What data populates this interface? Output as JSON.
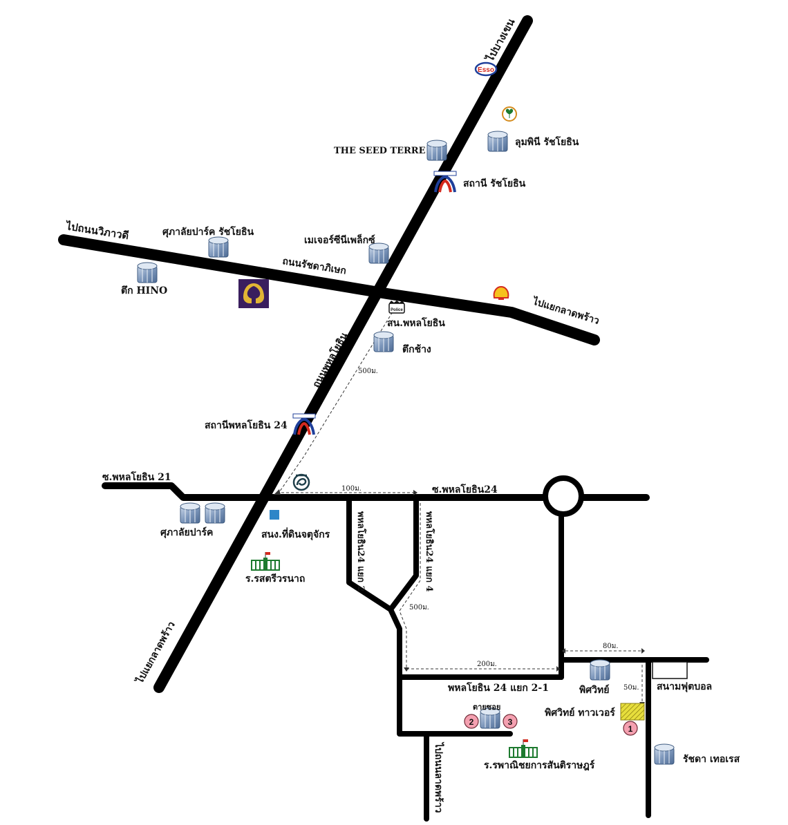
{
  "roads": {
    "to_bang_khen": "ไปบางเขน",
    "to_vibhavadi": "ไปถนนวิภาวดี",
    "ratchadaphisek": "ถนนรัชดาภิเษก",
    "to_ladprao_junction_right": "ไปแยกลาดพร้าว",
    "phahonyothin_road": "ถนนพหลโยธิน",
    "to_ladprao_junction_left": "ไปแยกลาดพร้าว",
    "soi_21": "ซ.พหลโยธิน 21",
    "soi_24": "ซ.พหลโยธิน24",
    "soi_24_yaek2": "พหลโยธิน24 แยก 2",
    "soi_24_yaek4": "พหลโยธิน24 แยก 4",
    "soi_24_yaek2_1": "พหลโยธิน 24 แยก 2-1",
    "to_lat_phrao_road": "ไปถนนลาดพร้าว"
  },
  "landmarks": {
    "seed_terre": "THE SEED TERRE",
    "lumpini": "ลุมพินี รัชโยธิน",
    "ratchayothin_station": "สถานี รัชโยธิน",
    "supalai_park_ratchayothin": "ศุภาลัยปาร์ค รัชโยธิน",
    "major": "เมเจอร์ซีนีเพล็กซ์",
    "hino": "ตึก HINO",
    "police_station": "สน.พหลโยธิน",
    "tuk_chang": "ตึกช้าง",
    "phahonyothin24_station": "สถานีพหลโยธิน 24",
    "supalai_park": "ศุภาลัยปาร์ค",
    "land_office": "สนง.ที่ดินจตุจักร",
    "sarasas_school": "ร.รสตรีวรนาถ",
    "phitsawat": "พิศวิทย์",
    "phitsawat_tower": "พิศวิทย์ ทาวเวอร์",
    "football_field": "สนามฟุตบอล",
    "ratchada_terrace": "รัชดา เทอเรส",
    "end_of_soi": "ตายซอย",
    "commerce_school": "ร.รพาณิชยการสันติราษฎร์",
    "police_logo_text": "Police"
  },
  "brands": {
    "esso": "Esso"
  },
  "distances": {
    "d500_upper": "500ม.",
    "d100": "100ม.",
    "d500_lower": "500ม.",
    "d200": "200ม.",
    "d80": "80ม.",
    "d50": "50ม."
  },
  "markers": {
    "m1": "1",
    "m2": "2",
    "m3": "3"
  },
  "colors": {
    "road": "#000000",
    "marker_fill": "#f4a0b0",
    "building_blue": "#6d8cb3",
    "bts_blue": "#1f3f9a",
    "bts_red": "#d42a1f",
    "bank_purple": "#3a1e5e",
    "bank_gold": "#e2b534",
    "school_green": "#1d7a2f",
    "land_office_blue": "#2e86c8",
    "target_yellow": "#e7de3c"
  }
}
